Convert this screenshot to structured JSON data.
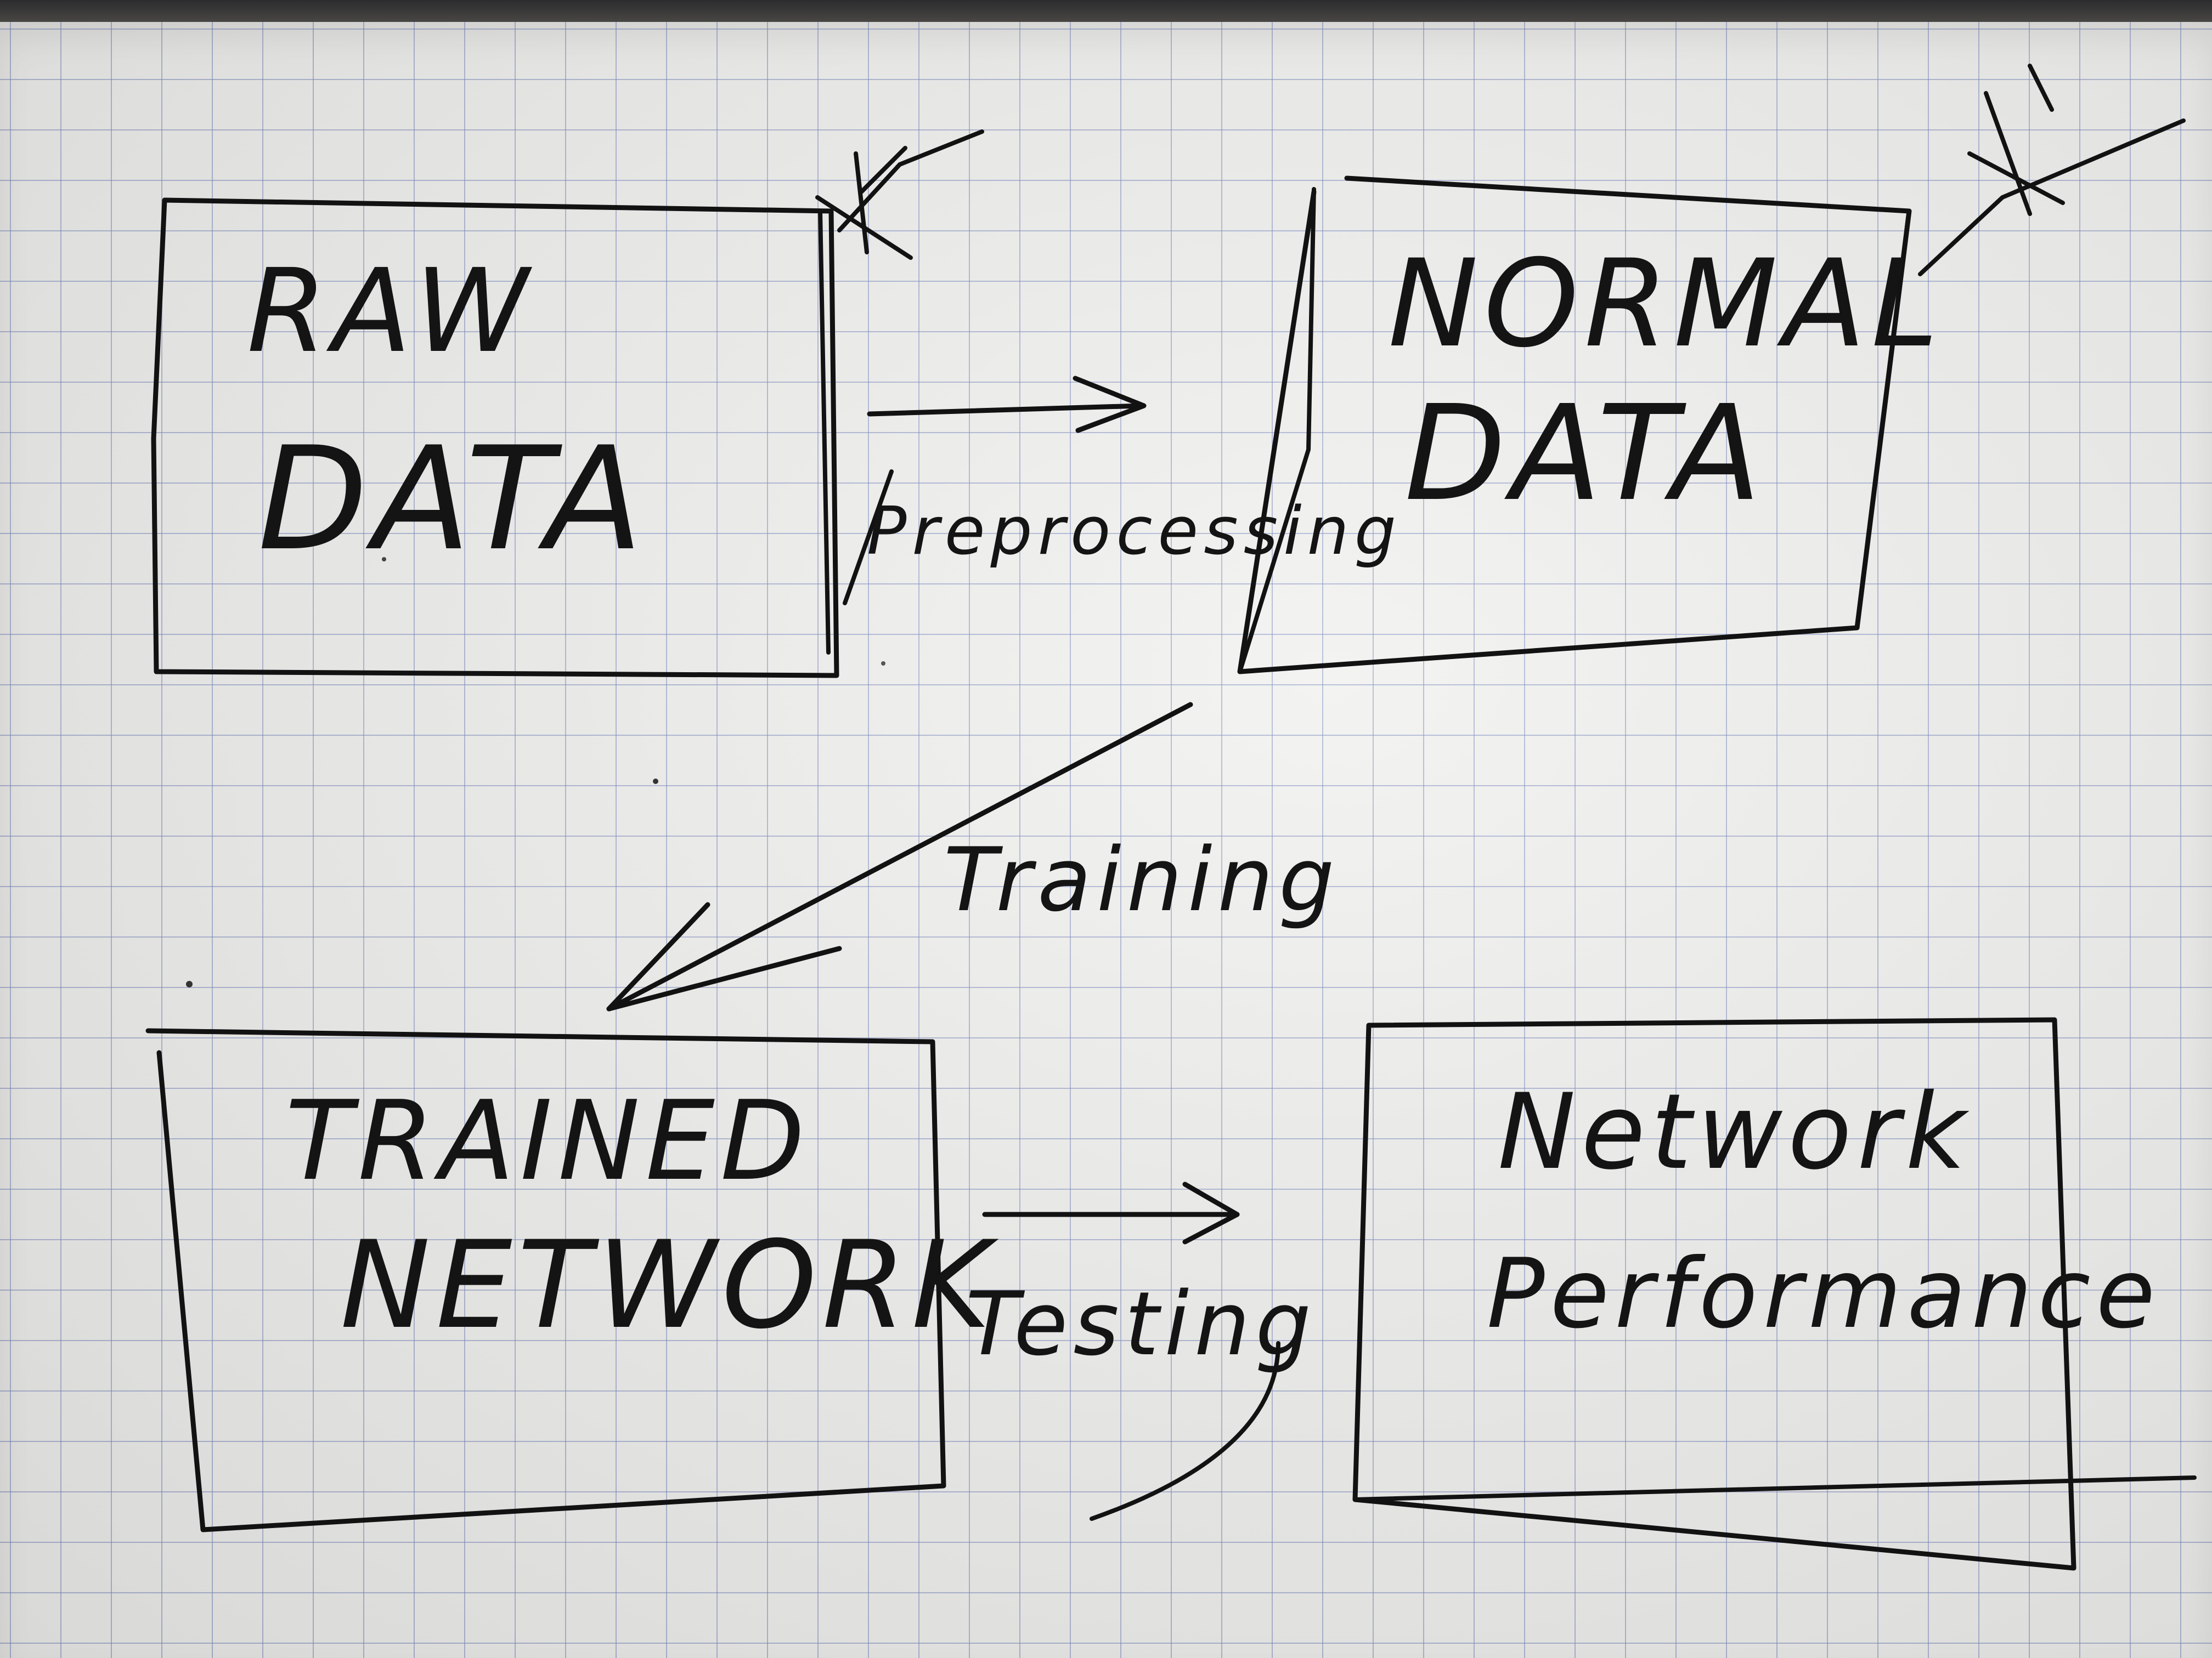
{
  "boxes": {
    "raw": {
      "line1": "RAW",
      "line2": "DATA"
    },
    "normal": {
      "line1": "NORMAL",
      "line2": "DATA"
    },
    "trained": {
      "line1": "TRAINED",
      "line2": "NETWORK"
    },
    "performance": {
      "line1": "Network",
      "line2": "Performance"
    }
  },
  "edges": {
    "preprocessing": "Preprocessing",
    "training": "Training",
    "testing": "Testing"
  },
  "colors": {
    "ink": "#121212",
    "paper": "#f1f1ef",
    "grid": "#7887be"
  }
}
